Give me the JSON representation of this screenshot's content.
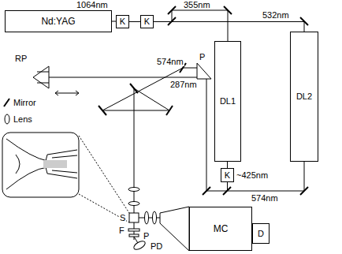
{
  "diagram": {
    "nodes": [
      {
        "text": [
          "Nd:YAG"
        ]
      },
      {
        "text": [
          "K"
        ]
      },
      {
        "text": [
          "K"
        ]
      },
      {
        "text": [
          "DL1"
        ]
      },
      {
        "text": [
          "DL2"
        ]
      },
      {
        "text": [
          "K"
        ]
      },
      {
        "text": [
          "MC"
        ]
      },
      {
        "text": [
          "D"
        ]
      }
    ],
    "edges": [
      {
        "from": 0,
        "to": 1,
        "arrow": "none",
        "label": "1064nm"
      },
      {
        "from": 1,
        "to": 2,
        "arrow": "none"
      },
      {
        "from": 2,
        "to": 3,
        "arrow": "none",
        "label": "355nm"
      },
      {
        "from": 2,
        "to": 4,
        "arrow": "none",
        "label": "532nm"
      },
      {
        "from": 3,
        "to": 5,
        "arrow": "none",
        "label": "~425nm"
      },
      {
        "from": 4,
        "to": 5,
        "arrow": "none",
        "label": "574nm"
      }
    ],
    "labels": [
      "574nm",
      "287nm",
      "RP",
      "P",
      "S",
      "F",
      "P",
      "PD"
    ],
    "legend": [
      {
        "text": "Mirror"
      },
      {
        "text": "Lens"
      }
    ]
  }
}
